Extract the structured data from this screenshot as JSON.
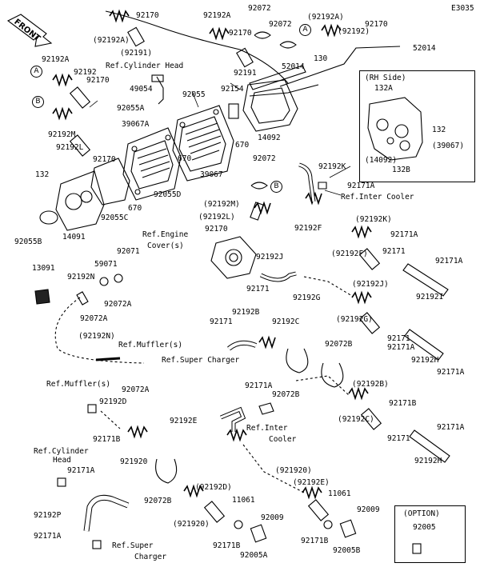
{
  "diagram_code": "E3035",
  "front_arrow": "FRONT",
  "frames": {
    "rh_side": {
      "title": "(RH Side)",
      "labels": [
        "132A",
        "132",
        "(39067)",
        "(14092)",
        "132B"
      ]
    },
    "option": {
      "title": "(OPTION)",
      "part": "92005"
    }
  },
  "badges": [
    "A",
    "B",
    "A",
    "B"
  ],
  "labels": [
    "92170",
    "92192A",
    "92072",
    "(92192A)",
    "92170",
    "(92192A)",
    "(92191)",
    "92072",
    "92170",
    "(92192)",
    "52014",
    "92192A",
    "Ref.Cylinder Head",
    "92191",
    "52014",
    "130",
    "92192",
    "92170",
    "49054",
    "92055",
    "92154",
    "92055A",
    "92192M",
    "92192L",
    "39067A",
    "14092",
    "670",
    "92170",
    "39067",
    "670",
    "92072",
    "92192K",
    "92171A",
    "Ref.Inter Cooler",
    "132",
    "92055C",
    "670",
    "92055D",
    "(92192M)",
    "(92192L)",
    "92170",
    "(92192K)",
    "92192F",
    "92171A",
    "92055B",
    "14091",
    "Ref.Engine",
    "Cover(s)",
    "92192J",
    "(92192F)",
    "92171",
    "92171A",
    "92071",
    "13091",
    "92192N",
    "59071",
    "92072A",
    "92171",
    "92192G",
    "(92192J)",
    "92192I",
    "92072A",
    "92192B",
    "92171",
    "92192C",
    "(92192G)",
    "92171",
    "(92192N)",
    "Ref.Muffler(s)",
    "92072B",
    "Ref.Super Charger",
    "92171A",
    "92192H",
    "92171A",
    "92072A",
    "Ref.Muffler(s)",
    "92171B",
    "92072B",
    "(92192B)",
    "92192D",
    "92171A",
    "92192E",
    "Ref.Inter",
    "Cooler",
    "92171B",
    "(92192C)",
    "92171",
    "92171A",
    "Ref.Cylinder",
    "Head",
    "921920",
    "92192H",
    "(921920)",
    "92171A",
    "(92192E)",
    "92072B",
    "(92192D)",
    "11061",
    "11061",
    "92009",
    "92192P",
    "(921920)",
    "92009",
    "92171A",
    "Ref.Super",
    "Charger",
    "92171B",
    "92005A",
    "92171B",
    "92005B"
  ]
}
